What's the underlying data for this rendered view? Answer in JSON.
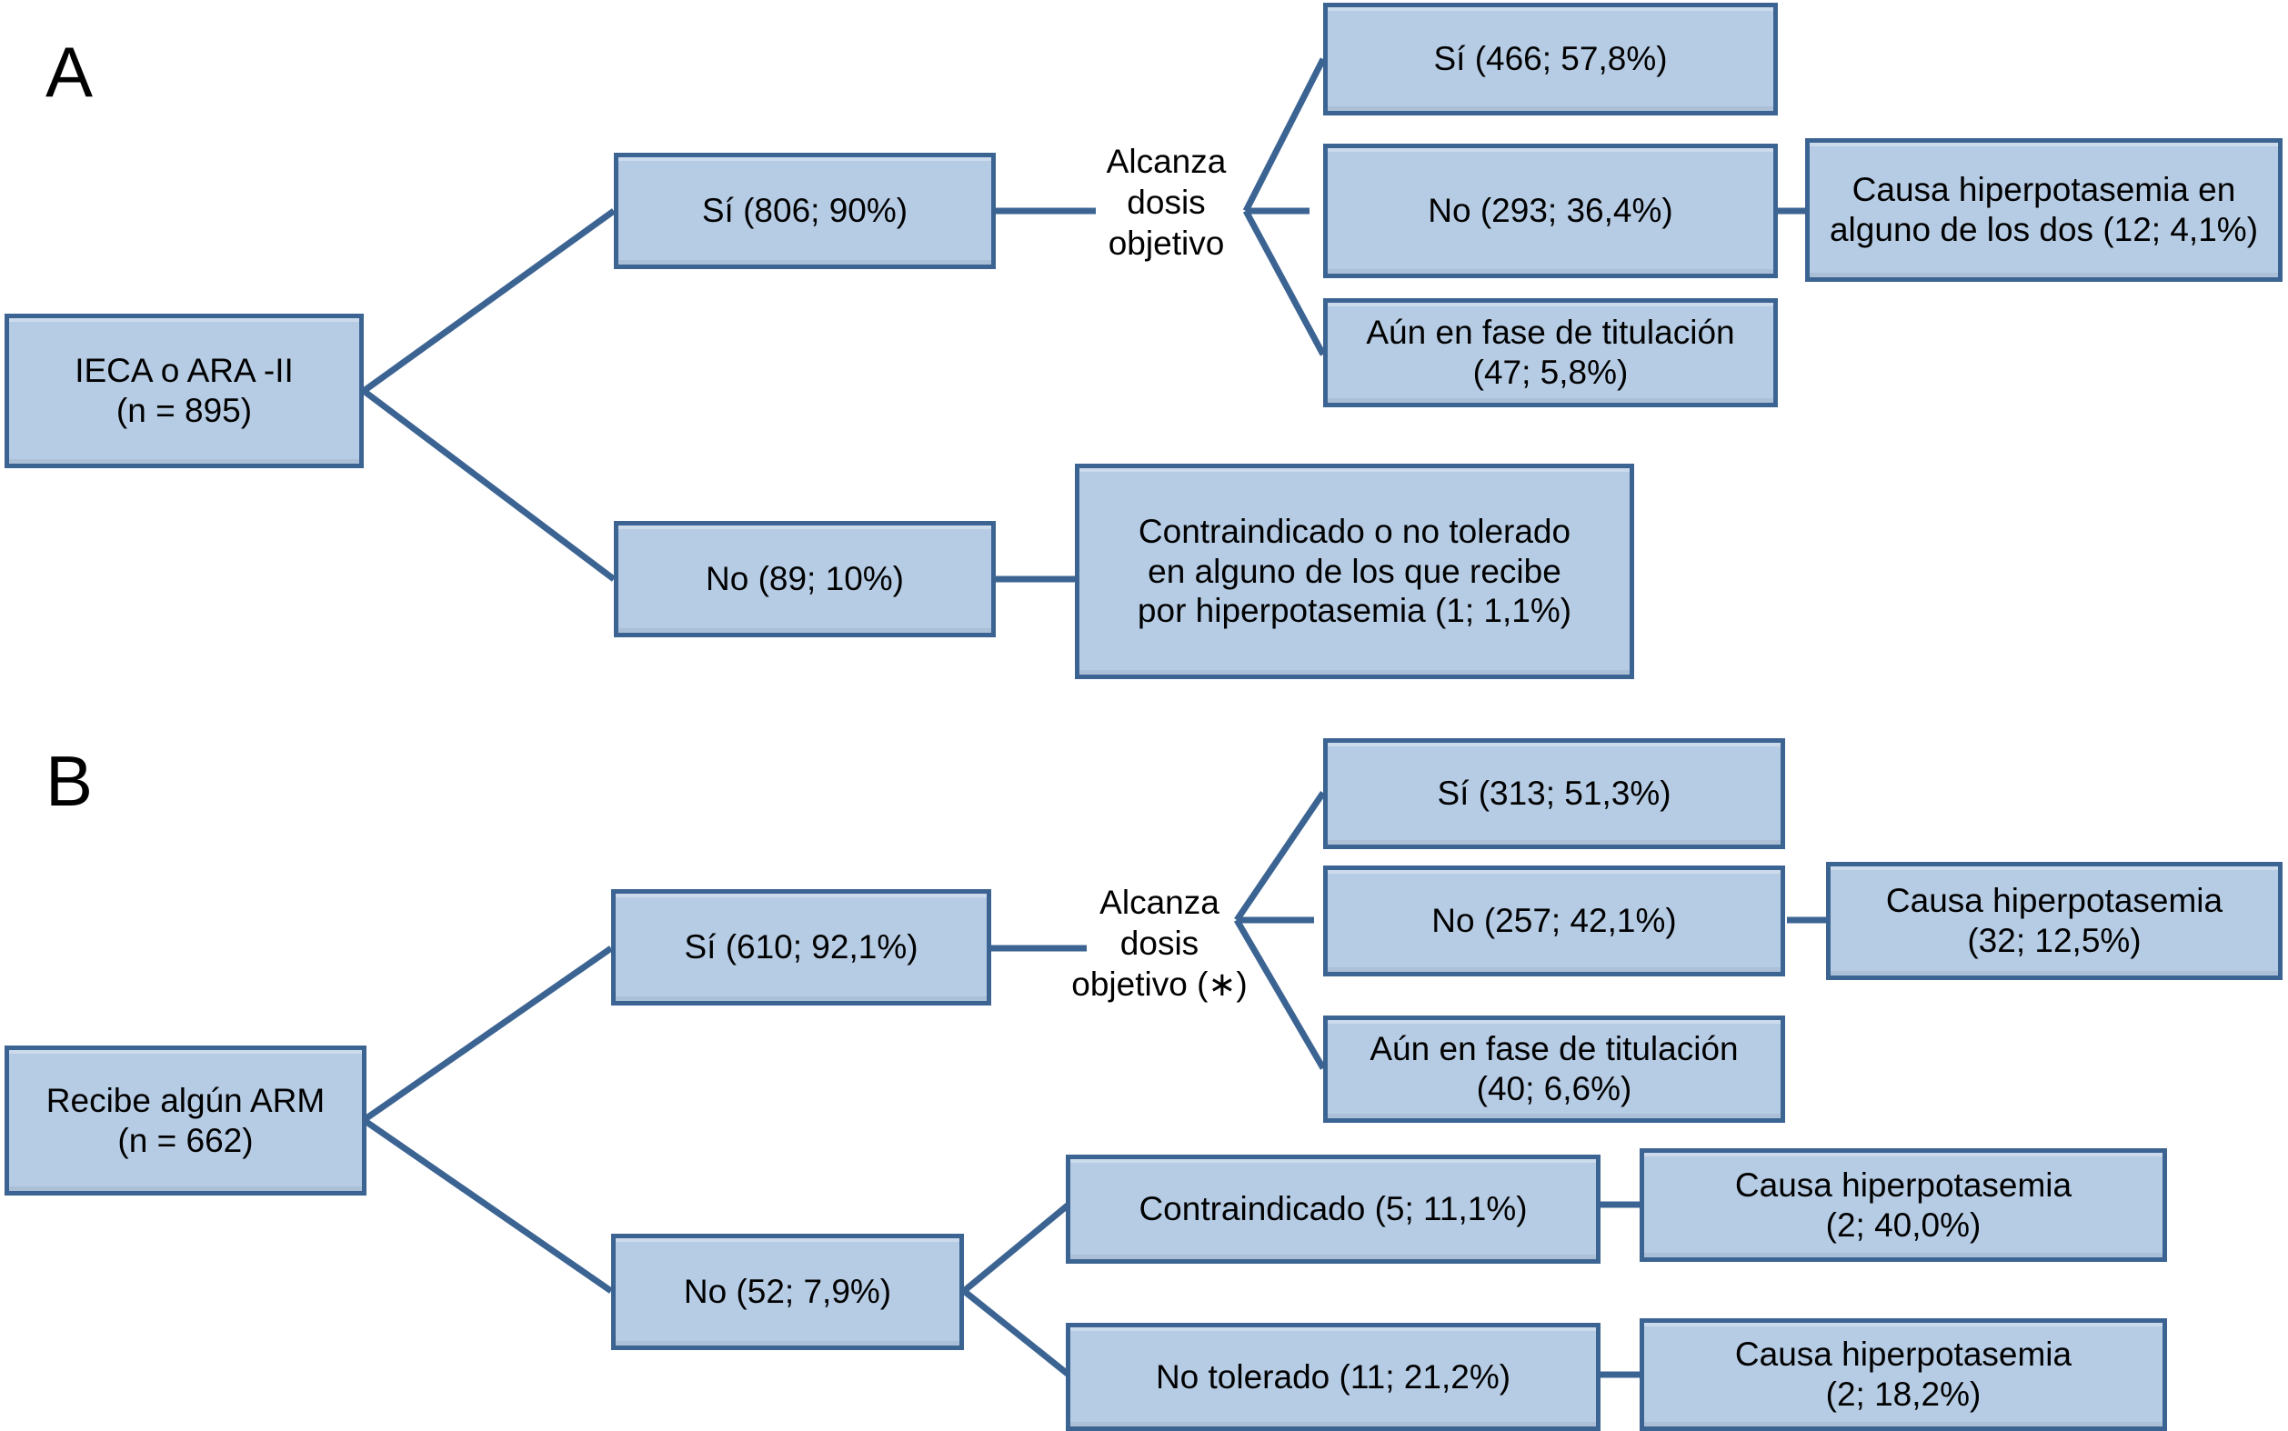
{
  "figure": {
    "background_color": "#ffffff",
    "node_fill_color": "#b6cce4",
    "node_border_color": "#3c6493",
    "connector_color": "#3c6493",
    "text_color": "#000000"
  },
  "panels": [
    {
      "id": "A",
      "letter": "A",
      "root": {
        "label": "IECA o ARA -II\n(n = 895)"
      },
      "edge_label": {
        "label": "Alcanza\ndosis\nobjetivo"
      },
      "branch_yes": {
        "label": "Sí (806; 90%)"
      },
      "branch_no": {
        "label": "No (89; 10%)"
      },
      "yes_children": [
        {
          "label": "Sí (466; 57,8%)"
        },
        {
          "label": "No (293; 36,4%)"
        },
        {
          "label": "Aún en fase de titulación\n(47; 5,8%)"
        }
      ],
      "yes_grandchild": {
        "label": "Causa hiperpotasemia en\nalguno de los dos (12; 4,1%)"
      },
      "no_child": {
        "label": "Contraindicado o no tolerado\nen alguno de los que recibe\npor hiperpotasemia (1; 1,1%)"
      }
    },
    {
      "id": "B",
      "letter": "B",
      "root": {
        "label": "Recibe algún ARM\n(n = 662)"
      },
      "edge_label": {
        "label": "Alcanza\ndosis\nobjetivo (∗)"
      },
      "branch_yes": {
        "label": "Sí (610; 92,1%)"
      },
      "branch_no": {
        "label": "No (52; 7,9%)"
      },
      "yes_children": [
        {
          "label": "Sí (313; 51,3%)"
        },
        {
          "label": "No (257; 42,1%)"
        },
        {
          "label": "Aún en fase de titulación\n(40; 6,6%)"
        }
      ],
      "yes_grandchild": {
        "label": "Causa hiperpotasemia\n(32; 12,5%)"
      },
      "no_children": [
        {
          "label": "Contraindicado (5; 11,1%)"
        },
        {
          "label": "No tolerado (11; 21,2%)"
        }
      ],
      "no_grandchildren": [
        {
          "label": "Causa hiperpotasemia\n(2; 40,0%)"
        },
        {
          "label": "Causa hiperpotasemia\n(2; 18,2%)"
        }
      ]
    }
  ]
}
